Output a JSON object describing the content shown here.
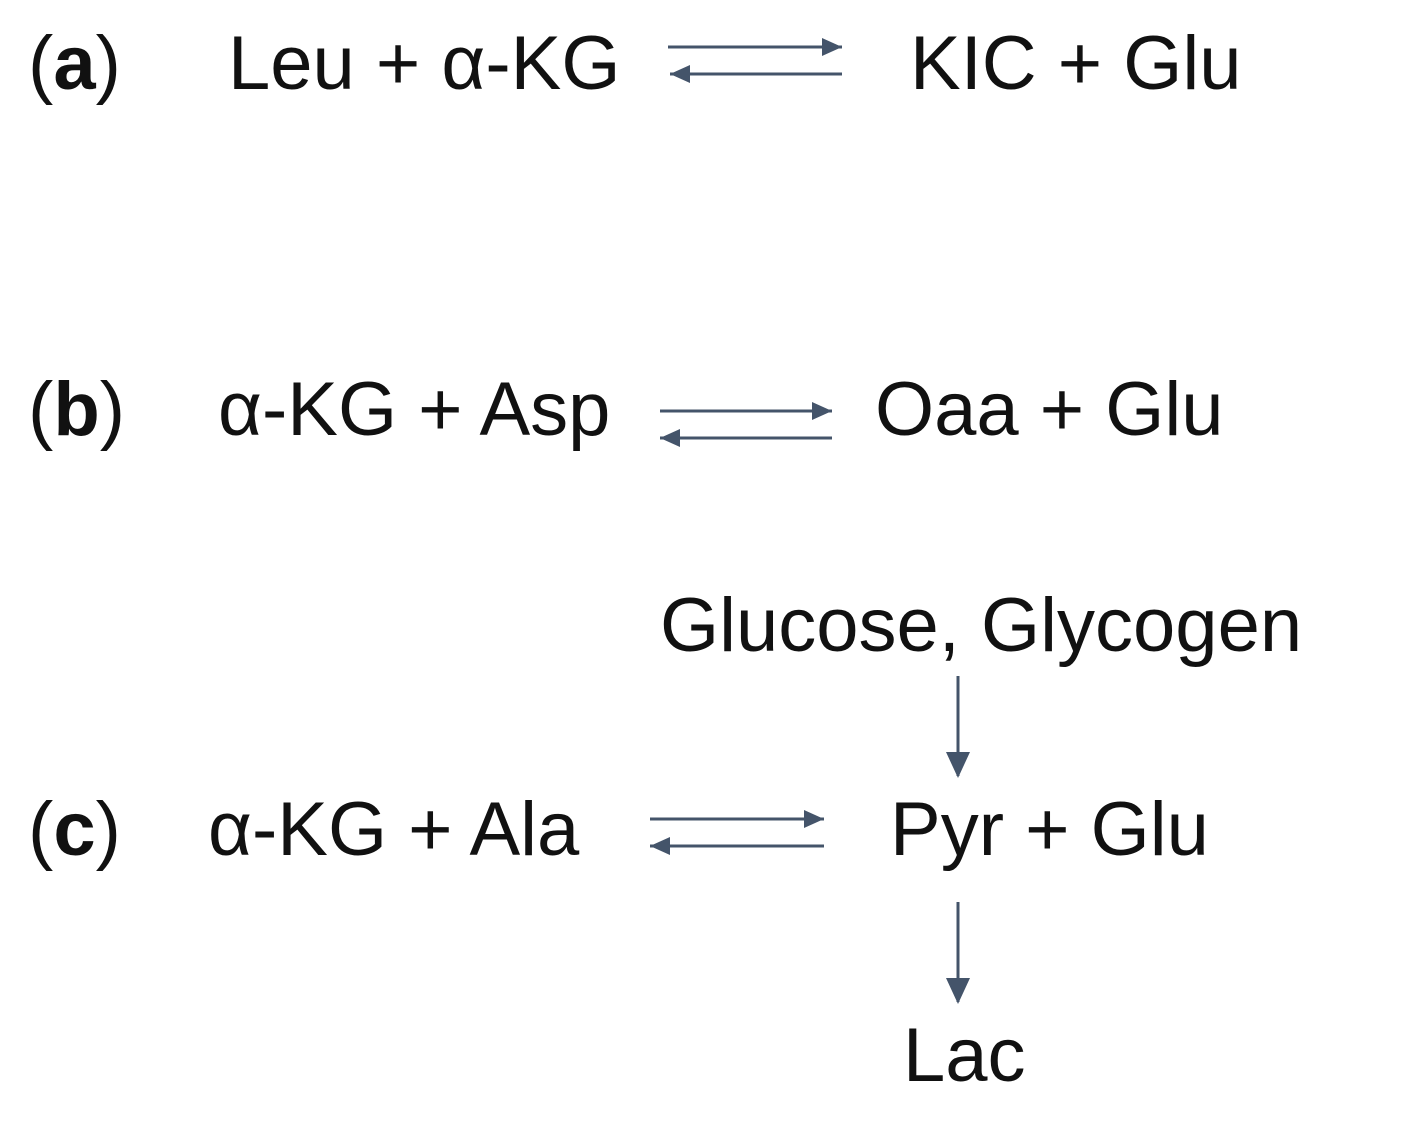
{
  "arrow_color": "#44546a",
  "text_color": "#111111",
  "reactions": [
    {
      "label_open": "(",
      "label_letter": "a",
      "label_close": ")",
      "left": "Leu + α-KG",
      "right": "KIC + Glu",
      "arrow": "reversible"
    },
    {
      "label_open": "(",
      "label_letter": "b",
      "label_close": ")",
      "left": "α-KG + Asp",
      "right": "Oaa + Glu",
      "arrow": "reversible"
    },
    {
      "label_open": "(",
      "label_letter": "c",
      "label_close": ")",
      "left": "α-KG + Ala",
      "right": "Pyr + Glu",
      "arrow": "reversible",
      "above": "Glucose, Glycogen",
      "below": "Lac"
    }
  ]
}
